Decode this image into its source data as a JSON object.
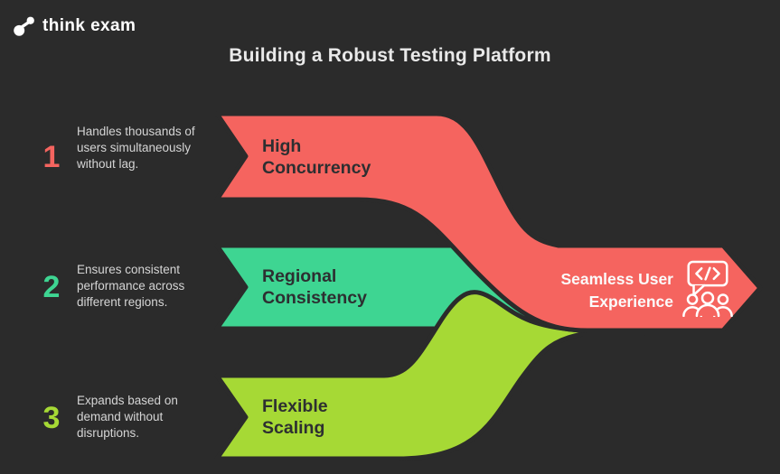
{
  "brand": {
    "logo_text": "think exam",
    "logo_icon": "think-exam-dots-icon"
  },
  "title": "Building a Robust Testing Platform",
  "items": [
    {
      "number": "1",
      "description": "Handles thousands of users simultaneously without lag.",
      "label": "High Concurrency",
      "color": "#f5645f"
    },
    {
      "number": "2",
      "description": "Ensures consistent performance across different regions.",
      "label": "Regional Consistency",
      "color": "#3ed592"
    },
    {
      "number": "3",
      "description": "Expands based on demand without disruptions.",
      "label": "Flexible Scaling",
      "color": "#a6d935"
    }
  ],
  "result": {
    "label": "Seamless User Experience",
    "icon": "code-chat-people-icon"
  },
  "colors": {
    "background": "#2b2b2b",
    "accent_red": "#f5645f",
    "accent_teal": "#3ed592",
    "accent_lime": "#a6d935",
    "ribbon_label_dark": "#2d2f31",
    "body_text_light": "#d5d5d5",
    "title_light": "#e9e9e9"
  }
}
